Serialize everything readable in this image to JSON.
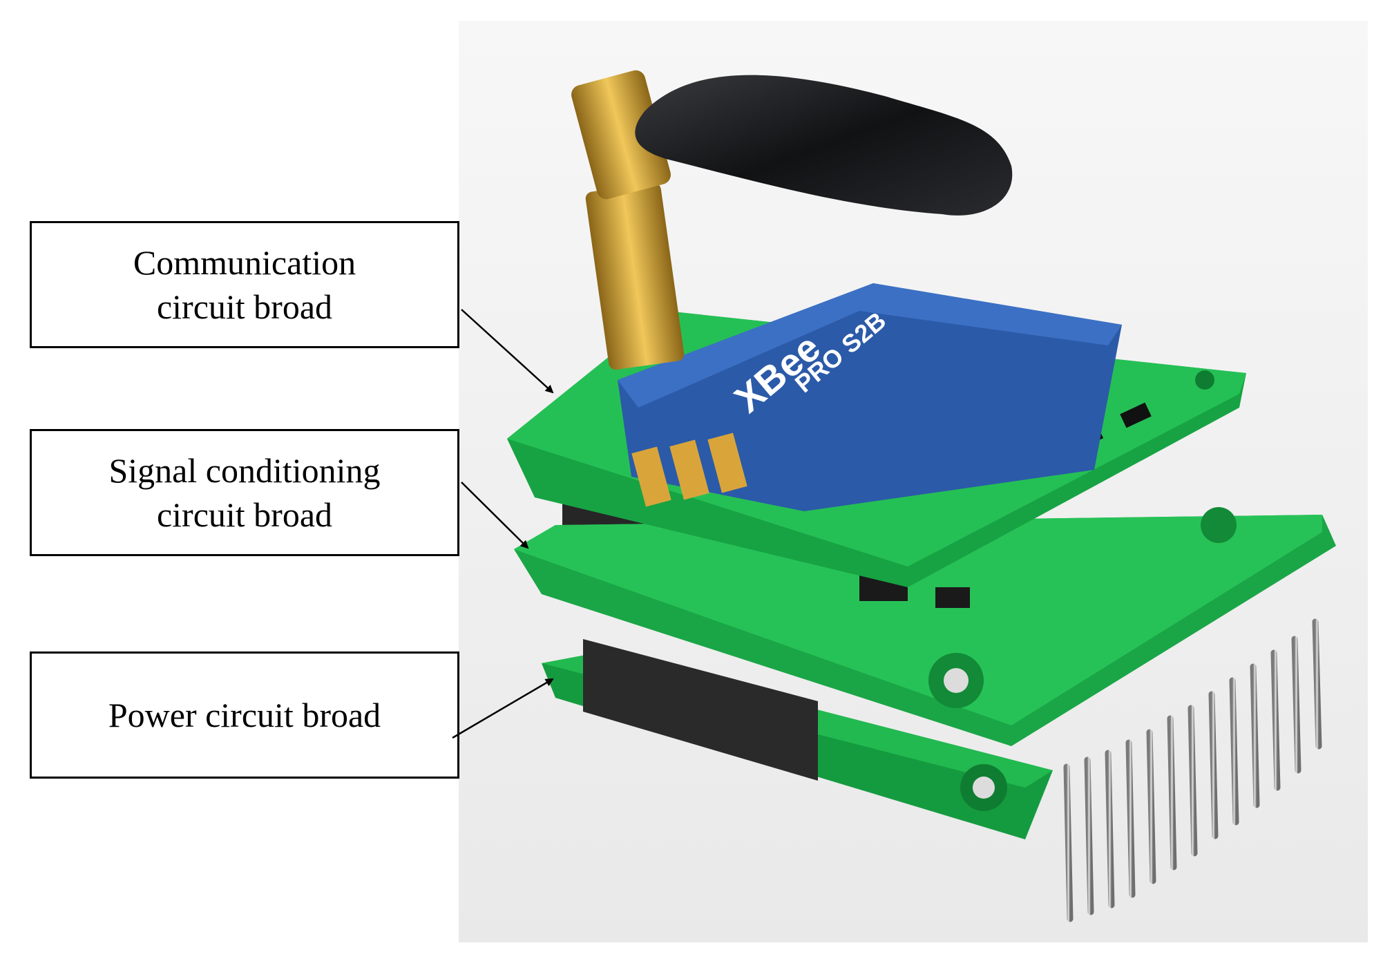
{
  "labels": {
    "communication": {
      "line1": "Communication",
      "line2": "circuit broad"
    },
    "signal": {
      "line1": "Signal conditioning",
      "line2": "circuit broad"
    },
    "power": {
      "line1": "Power circuit broad"
    }
  },
  "photo": {
    "subject": "stacked-green-pcb-module-with-antenna",
    "module_text": [
      "XBee",
      "PRO S2B"
    ],
    "colors": {
      "pcb": "#1fae4a",
      "module": "#2b5aa8",
      "antenna": "#1b1c1e",
      "connector": "#c89a2e",
      "background": "#f2f2f2"
    }
  }
}
